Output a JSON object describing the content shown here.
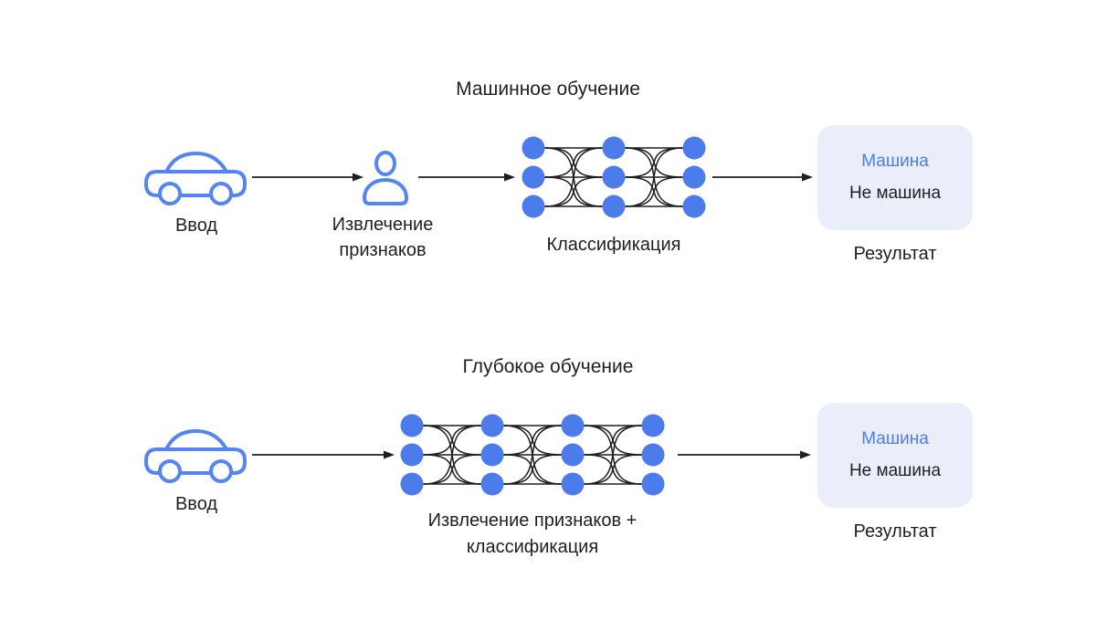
{
  "colors": {
    "node_blue": "#4C7CEC",
    "icon_stroke_blue": "#5585F0",
    "connection_dark": "#1E1E1E",
    "arrow_dark": "#1E1E1E",
    "text_dark": "#1F1F1F",
    "result_box_bg": "#EAEEFB",
    "result_primary_blue": "#4C7CE8",
    "background": "#FFFFFF"
  },
  "top_section": {
    "title": "Машинное обучение",
    "input": {
      "icon": "car-icon",
      "label": "Ввод"
    },
    "feature_extraction": {
      "icon": "person-icon",
      "label": "Извлечение признаков"
    },
    "network": {
      "label": "Классификация",
      "layers": 3,
      "nodes_per_layer": 3
    },
    "result": {
      "primary_option": "Машина",
      "secondary_option": "Не машина",
      "caption": "Результат"
    }
  },
  "bottom_section": {
    "title": "Глубокое обучение",
    "input": {
      "icon": "car-icon",
      "label": "Ввод"
    },
    "network": {
      "label": "Извлечение признаков + классификация",
      "layers": 4,
      "nodes_per_layer": 3
    },
    "result": {
      "primary_option": "Машина",
      "secondary_option": "Не машина",
      "caption": "Результат"
    }
  }
}
